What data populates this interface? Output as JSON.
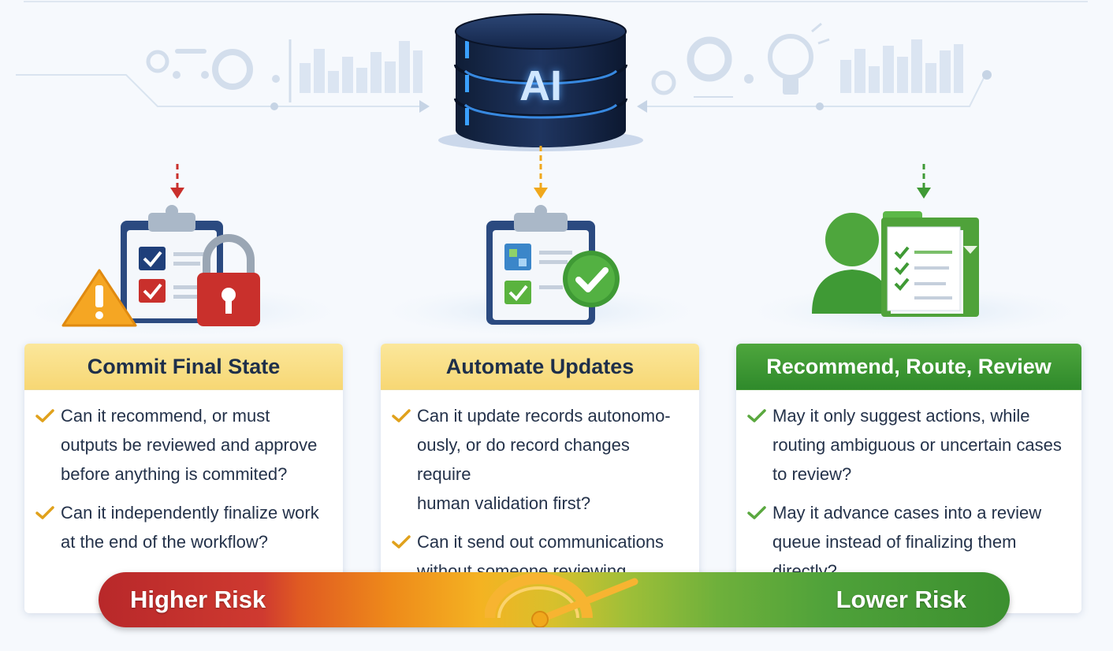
{
  "hub": {
    "label": "AI"
  },
  "colors": {
    "high_risk": "#c9302c",
    "medium_risk": "#f0a81c",
    "low_risk": "#3f9a35",
    "navy": "#1e2f4a"
  },
  "panels": [
    {
      "title": "Commit Final State",
      "risk_color": "#c9302c",
      "icon": "clipboard-lock-warning-icon",
      "questions": [
        [
          "Can it recommend, or must",
          "outputs be reviewed and approve",
          "before anything is commited?"
        ],
        [
          "Can it independently finalize work",
          "at the end of the workflow?"
        ]
      ]
    },
    {
      "title": "Automate Updates",
      "risk_color": "#f0a81c",
      "icon": "clipboard-check-icon",
      "questions": [
        [
          "Can it update records autonomo-",
          "ously, or do record changes require",
          "human validation first?"
        ],
        [
          "Can it send out communications",
          "without someone reviewing content??"
        ]
      ]
    },
    {
      "title": "Recommend, Route, Review",
      "risk_color": "#3f9a35",
      "icon": "person-folder-checklist-icon",
      "questions": [
        [
          "May it only suggest actions, while",
          "routing ambiguous or uncertain cases",
          "to review?"
        ],
        [
          "May it advance cases into a review",
          "queue instead of finalizing them directly?"
        ]
      ]
    }
  ],
  "risk_scale": {
    "left_label": "Higher Risk",
    "right_label": "Lower Risk",
    "gauge_icon": "gauge-icon"
  }
}
